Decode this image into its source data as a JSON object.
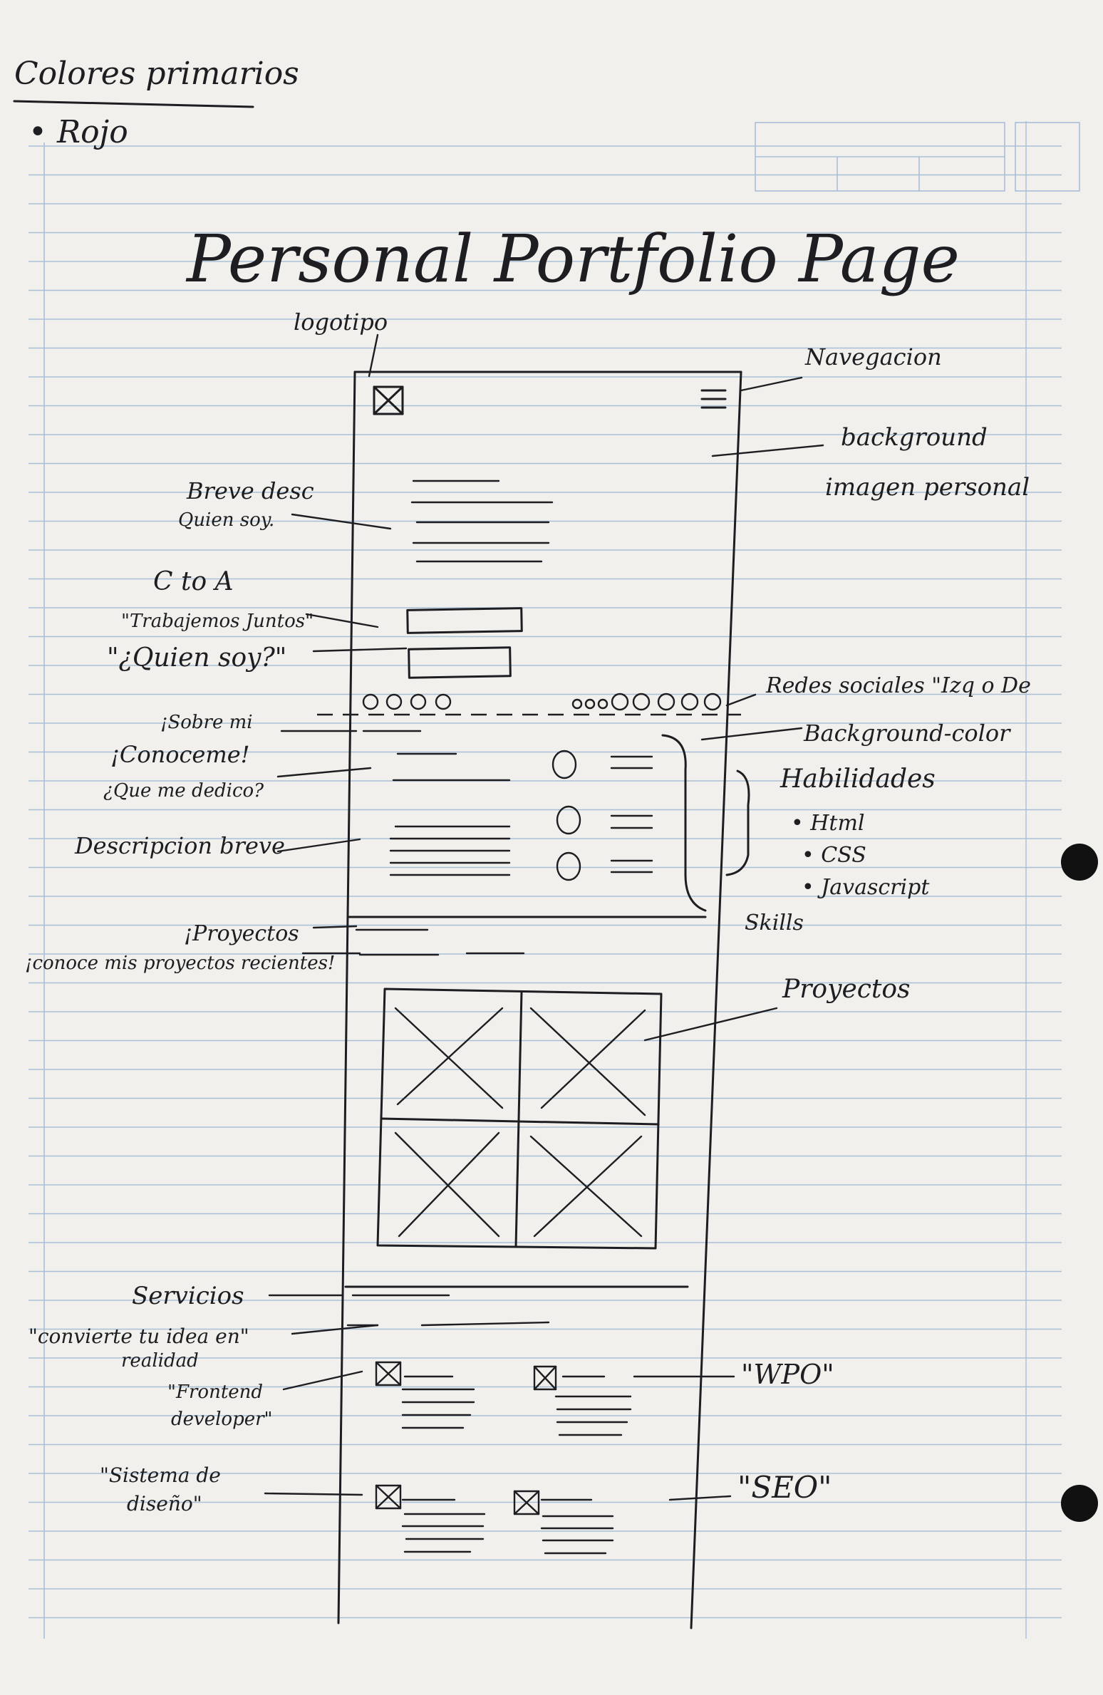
{
  "header": {
    "colors_title": "Colores primarios",
    "colors_item": "• Rojo",
    "page_title": "Personal Portfolio Page"
  },
  "labels": {
    "logo": "logotipo",
    "nav": "Navegacion",
    "bg1": "background",
    "bg2": "imagen personal",
    "brief1": "Breve desc",
    "brief2": "Quien soy.",
    "cta": "C to A",
    "cta1": "\"Trabajemos Juntos\"",
    "cta2": "\"¿Quien soy?\"",
    "social": "Redes sociales \"Izq o De",
    "about1": "¡Sobre mi",
    "about2": "¡Conoceme!",
    "about3": "¿Que me dedico?",
    "desc": "Descripcion breve",
    "bgcolor": "Background-color",
    "skills_title": "Habilidades",
    "skill1": "• Html",
    "skill2": "• CSS",
    "skill3": "• Javascript",
    "skills": "Skills",
    "proj1": "¡Proyectos",
    "proj2": "¡conoce mis proyectos recientes!",
    "proj_right": "Proyectos",
    "services": "Servicios",
    "serv1": "\"convierte tu idea en\"",
    "serv2": "realidad",
    "frontend1": "\"Frontend",
    "frontend2": "developer\"",
    "wpo": "\"WPO\"",
    "design1": "\"Sistema de",
    "design2": "diseño\"",
    "seo": "\"SEO\""
  }
}
